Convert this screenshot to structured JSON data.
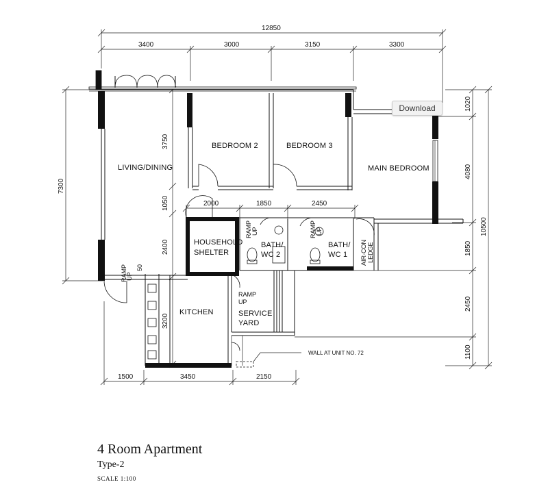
{
  "download_button": "Download",
  "title": "4 Room Apartment",
  "subtitle": "Type-2",
  "scale": "SCALE  1:100",
  "dimensions": {
    "overall_width": "12850",
    "top": [
      "3400",
      "3000",
      "3150",
      "3300"
    ],
    "bottom": [
      "1500",
      "3450",
      "2150"
    ],
    "left_overall": "7300",
    "left_segments": [
      "3750",
      "1050",
      "2400",
      "3200"
    ],
    "right_overall": "10500",
    "right_segments": [
      "1020",
      "4080",
      "1850",
      "2450",
      "1100"
    ],
    "interior_corridor": [
      "2000",
      "1850",
      "2450"
    ],
    "ramp_dim": "50"
  },
  "rooms": {
    "living_dining": "LIVING/DINING",
    "bedroom2": "BEDROOM 2",
    "bedroom3": "BEDROOM 3",
    "main_bedroom": "MAIN BEDROOM",
    "household_shelter_1": "HOUSEHOLD",
    "household_shelter_2": "SHELTER",
    "bath_wc2_1": "BATH/",
    "bath_wc2_2": "WC 2",
    "bath_wc1_1": "BATH/",
    "bath_wc1_2": "WC 1",
    "aircon_ledge_1": "AIR-CON",
    "aircon_ledge_2": "LEDGE",
    "kitchen": "KITCHEN",
    "service_yard_1": "SERVICE",
    "service_yard_2": "YARD"
  },
  "ramp_labels": {
    "ramp": "RAMP",
    "up": "UP"
  },
  "note": "WALL AT UNIT NO. 72"
}
